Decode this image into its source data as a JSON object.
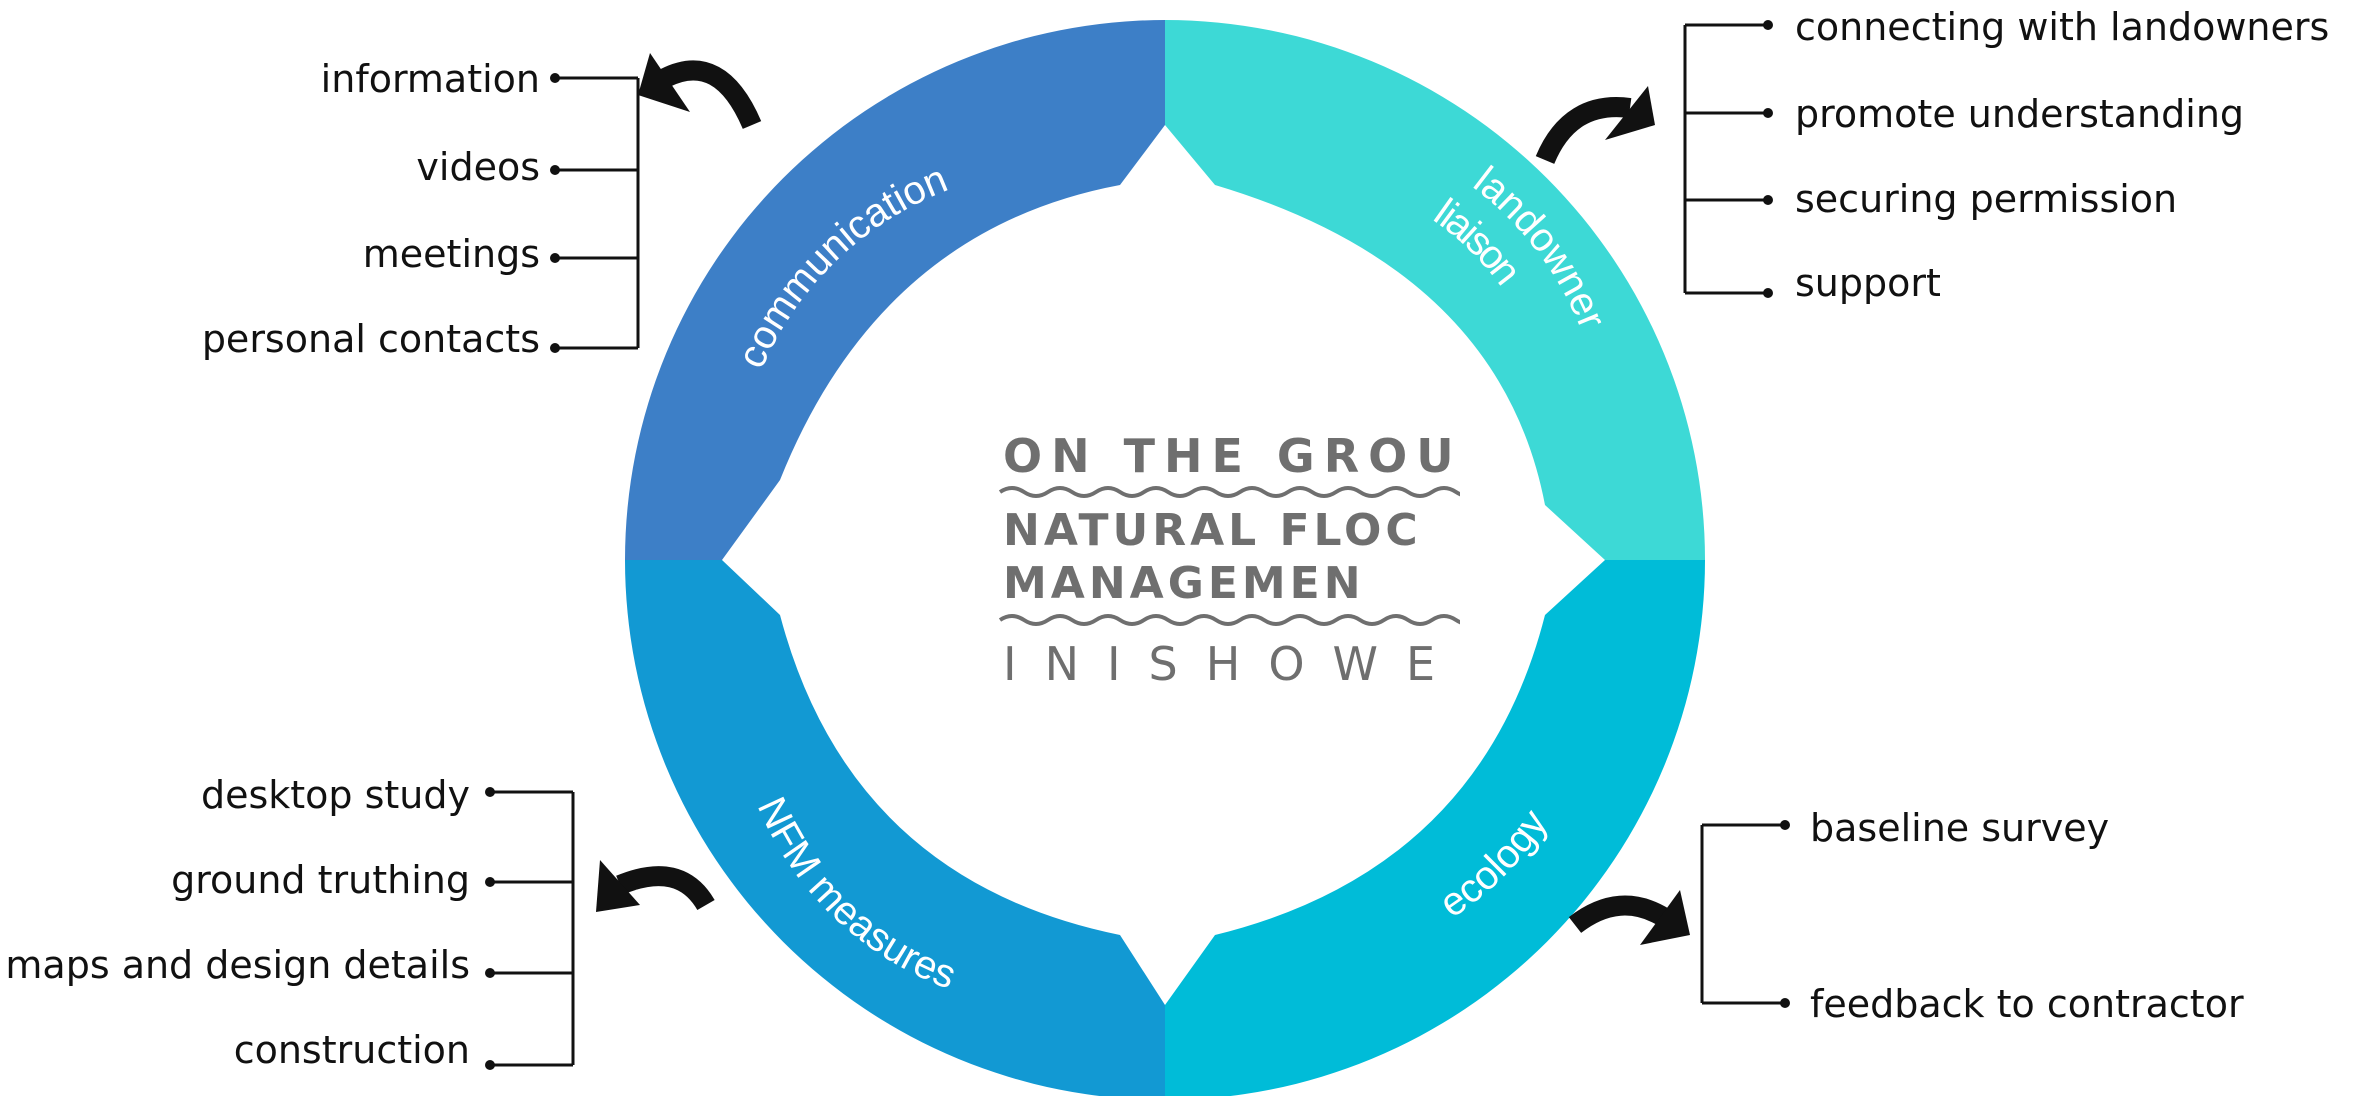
{
  "colors": {
    "communication": "#3d7fc7",
    "landowner": "#3dd9d6",
    "ecology": "#00bcd8",
    "nfm": "#1299d3",
    "logo": "#6f6f6f",
    "text": "#111111"
  },
  "segments": {
    "communication": "communication",
    "landowner_line1": "landowner",
    "landowner_line2": "liaison",
    "ecology": "ecology",
    "nfm": "NFM measures"
  },
  "logo": {
    "line1": "ON THE GROUN",
    "line2": "NATURAL FLOC",
    "line3": "MANAGEMEN",
    "line4": "INISHOWE"
  },
  "communication_items": [
    "information",
    "videos",
    "meetings",
    "personal contacts"
  ],
  "landowner_items": [
    "connecting with landowners",
    "promote understanding",
    "securing permission",
    "support"
  ],
  "nfm_items": [
    "desktop study",
    "ground truthing",
    "maps and design details",
    "construction"
  ],
  "ecology_items": [
    "baseline survey",
    "feedback to contractor"
  ]
}
